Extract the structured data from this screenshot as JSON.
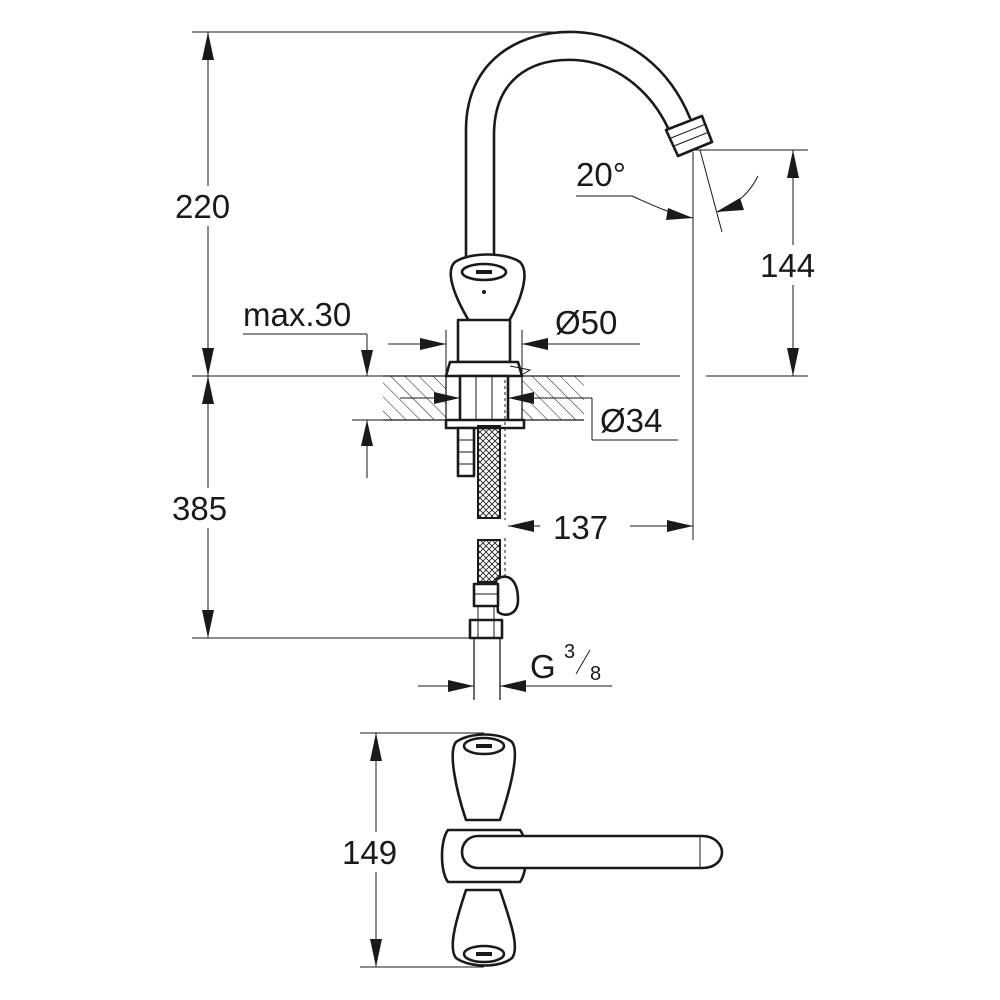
{
  "drawing": {
    "dimensions": {
      "height_above_deck": "220",
      "spout_height": "144",
      "max_deck_thickness": "max.30",
      "base_diameter": "Ø50",
      "hole_diameter": "Ø34",
      "below_deck_length": "385",
      "spout_reach": "137",
      "connection_thread": "G",
      "thread_fraction_numerator": "3",
      "thread_fraction_denominator": "8",
      "swivel_angle": "20°",
      "top_view_width": "149"
    }
  }
}
